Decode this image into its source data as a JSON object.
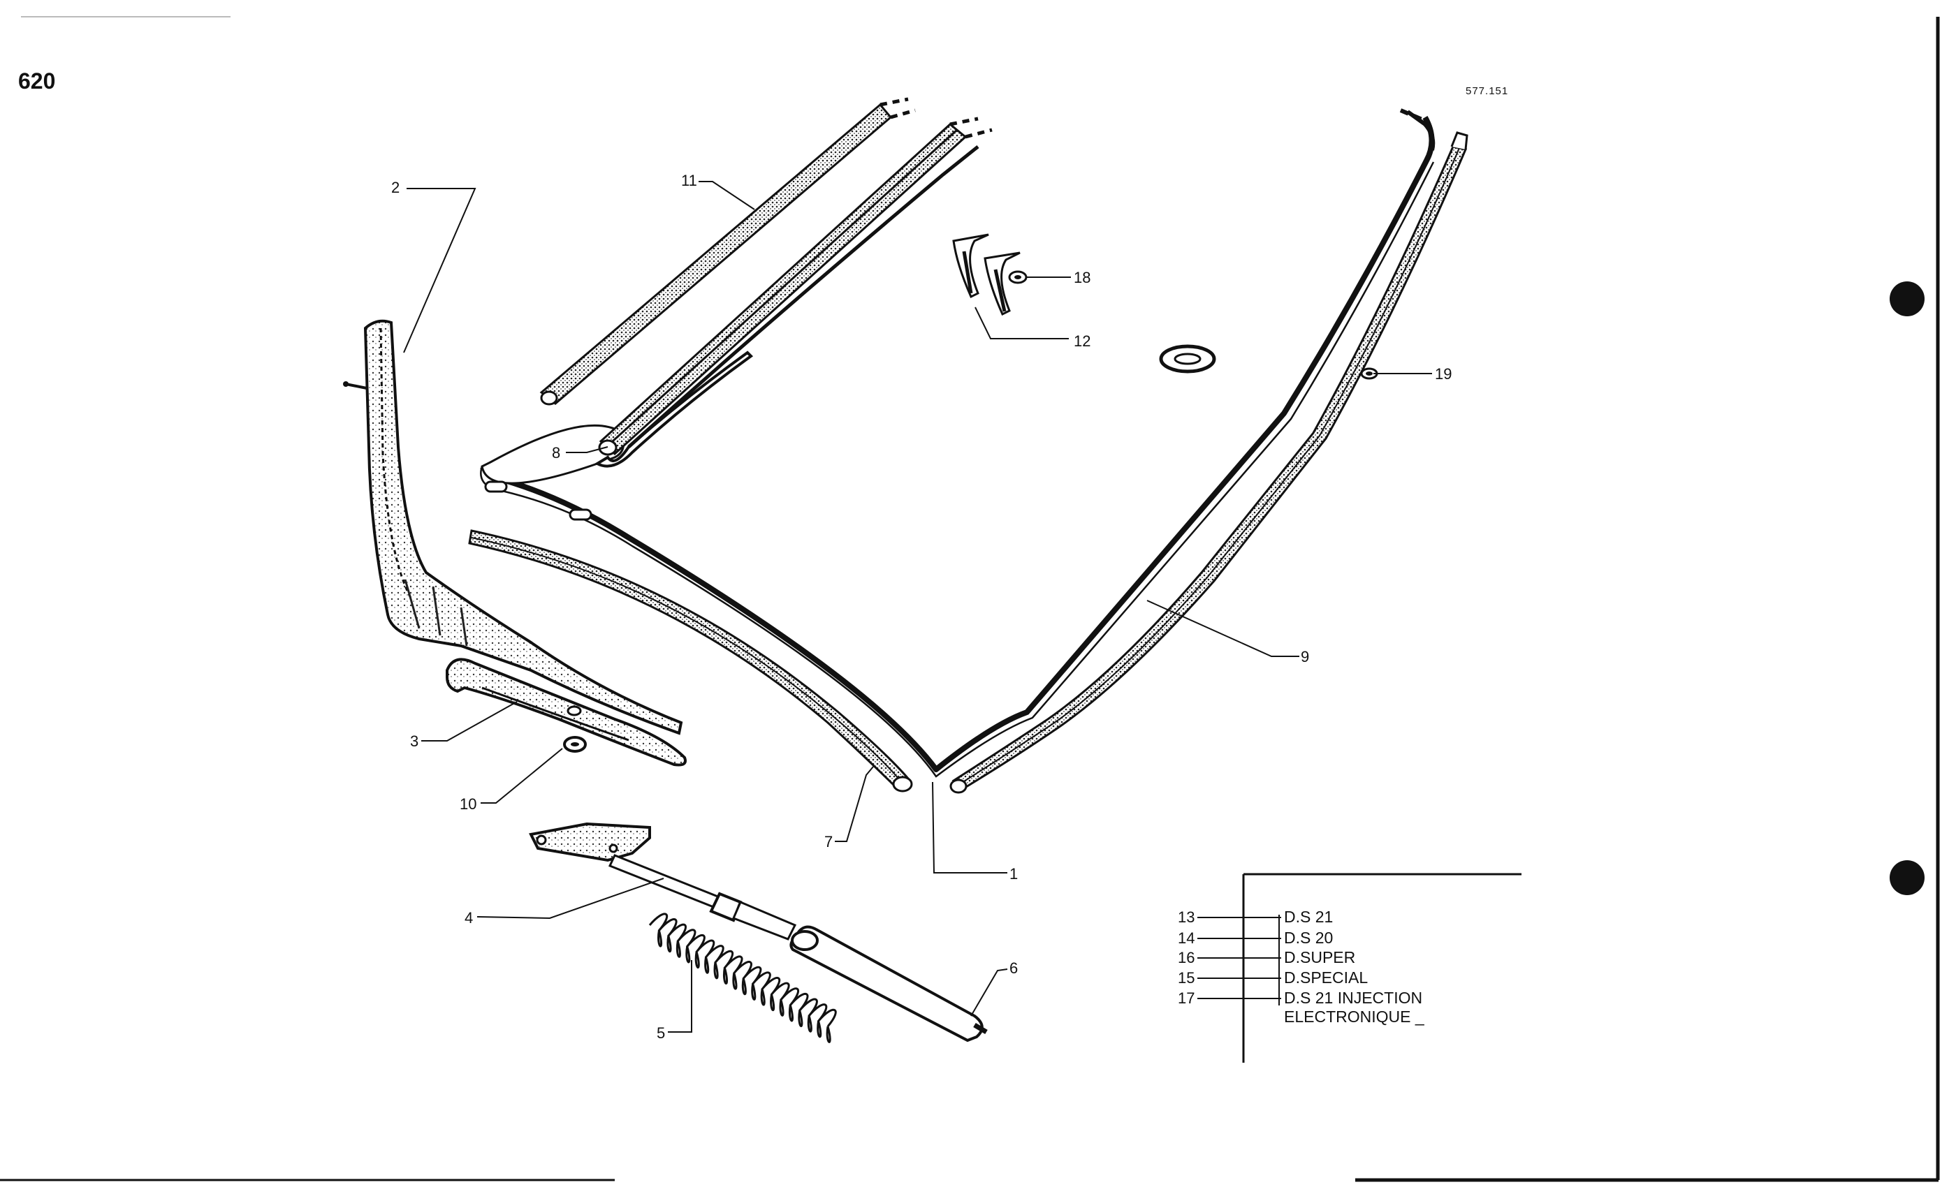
{
  "page": {
    "number": "620",
    "ref_code": "577.151"
  },
  "callouts": {
    "c1": "1",
    "c2": "2",
    "c3": "3",
    "c4": "4",
    "c5": "5",
    "c6": "6",
    "c7": "7",
    "c8": "8",
    "c9": "9",
    "c10": "10",
    "c11": "11",
    "c12": "12",
    "c18": "18",
    "c19": "19"
  },
  "legend": {
    "rows": [
      {
        "number": "13",
        "label": "D.S 21"
      },
      {
        "number": "14",
        "label": "D.S 20"
      },
      {
        "number": "16",
        "label": "D.SUPER"
      },
      {
        "number": "15",
        "label": "D.SPECIAL"
      },
      {
        "number": "17",
        "label": "D.S 21 INJECTION"
      }
    ],
    "continuation": "ELECTRONIQUE _"
  }
}
